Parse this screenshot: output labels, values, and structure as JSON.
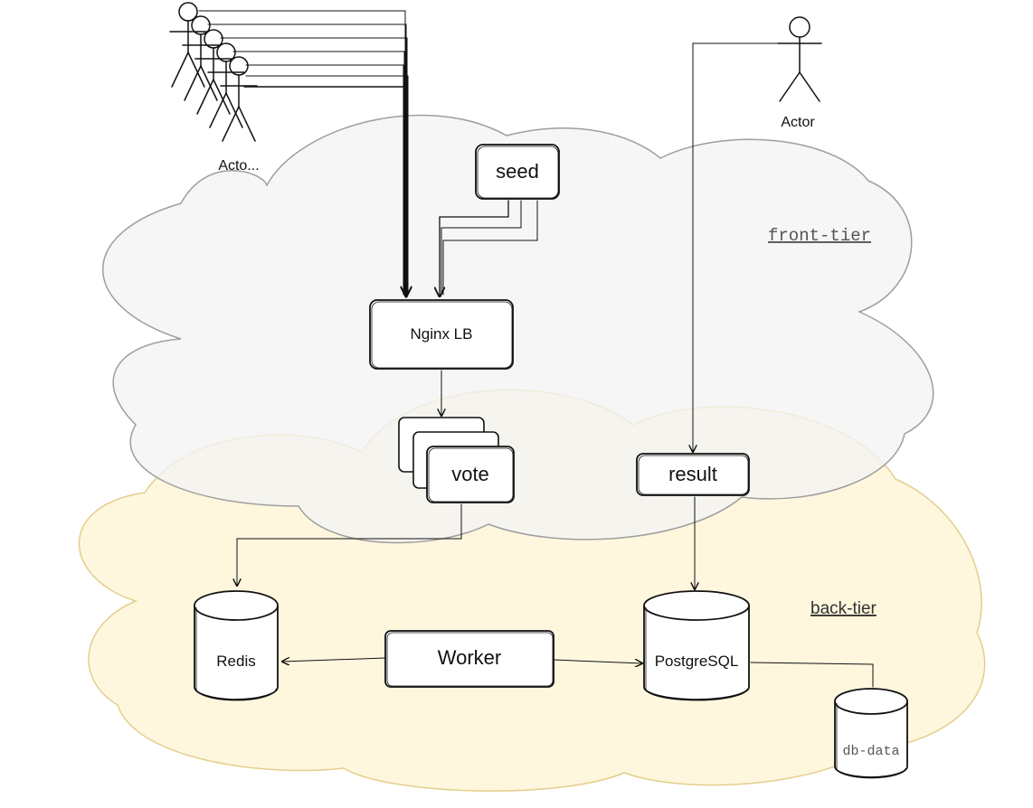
{
  "colors": {
    "front_tier_fill": "#f5f5f5",
    "front_tier_stroke": "#9e9e9e",
    "back_tier_fill": "#fff6de",
    "back_tier_stroke": "#e3cf8a",
    "stroke": "#111111",
    "node_fill": "#ffffff"
  },
  "zones": {
    "front_tier": "front-tier",
    "back_tier": "back-tier"
  },
  "actors": {
    "left_group": "Acto...",
    "right": "Actor"
  },
  "nodes": {
    "seed": "seed",
    "nginx": "Nginx LB",
    "vote": "vote",
    "result": "result",
    "worker": "Worker",
    "redis": "Redis",
    "postgres": "PostgreSQL",
    "db_data": "db-data"
  },
  "edges": [
    {
      "from": "Acto...",
      "to": "Nginx LB"
    },
    {
      "from": "seed",
      "to": "Nginx LB"
    },
    {
      "from": "Nginx LB",
      "to": "vote"
    },
    {
      "from": "vote",
      "to": "Redis"
    },
    {
      "from": "Worker",
      "to": "Redis"
    },
    {
      "from": "Worker",
      "to": "PostgreSQL"
    },
    {
      "from": "Actor",
      "to": "result"
    },
    {
      "from": "result",
      "to": "PostgreSQL"
    },
    {
      "from": "PostgreSQL",
      "to": "db-data"
    }
  ]
}
